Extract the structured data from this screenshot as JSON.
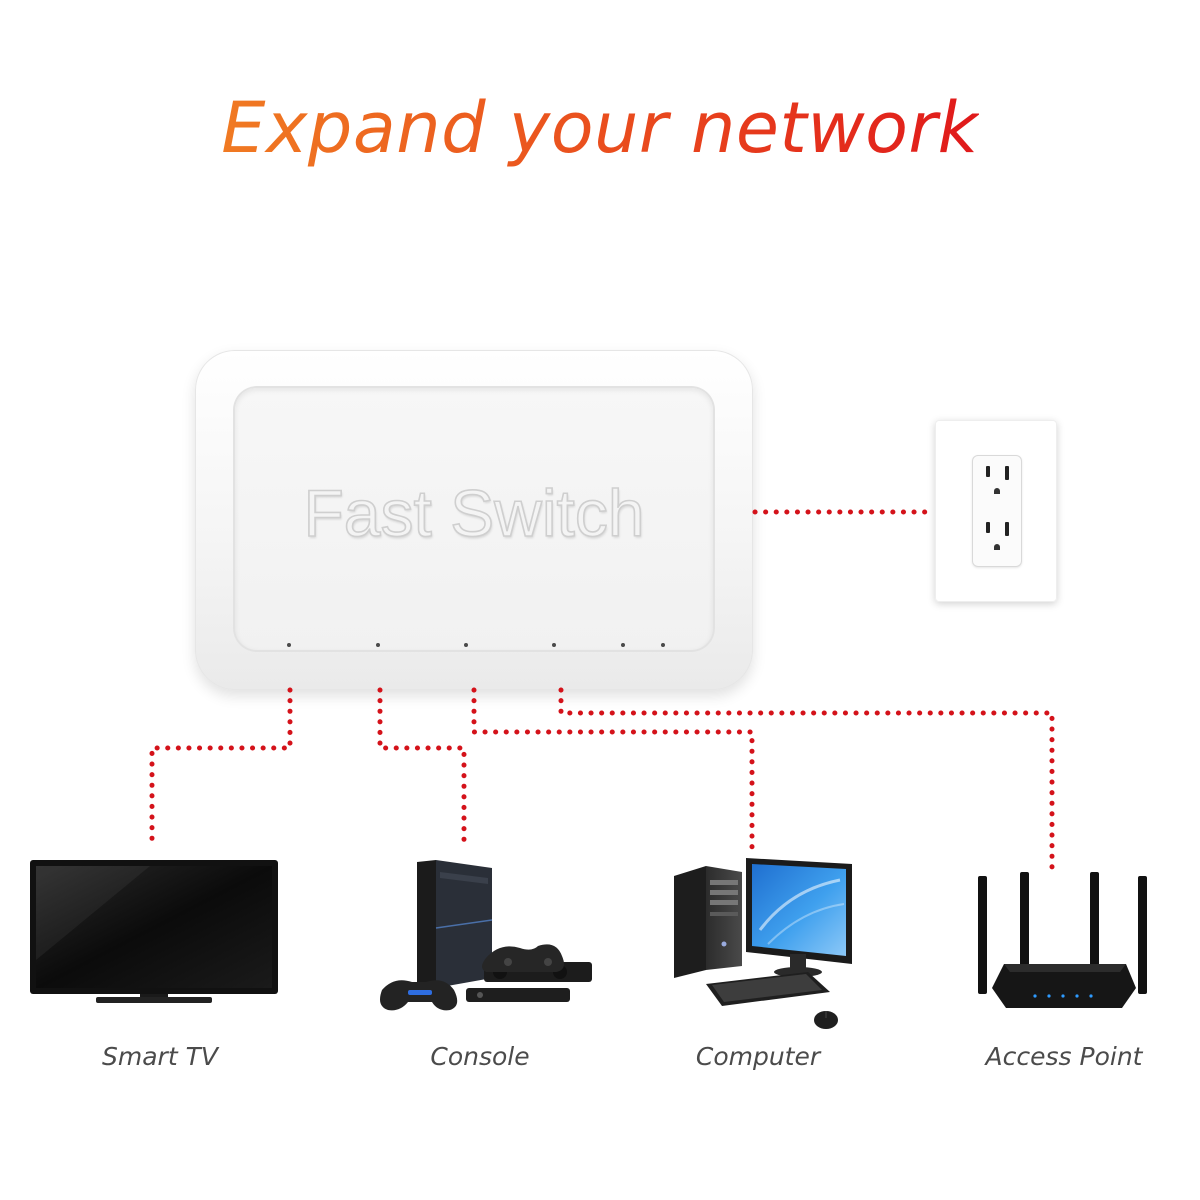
{
  "headline": "Expand your network",
  "switch": {
    "label": "Fast Switch",
    "led_count": 6
  },
  "outlet": {
    "icon": "wall-outlet-icon"
  },
  "devices": [
    {
      "label": "Smart TV",
      "icon": "smart-tv-icon"
    },
    {
      "label": "Console",
      "icon": "game-console-icon"
    },
    {
      "label": "Computer",
      "icon": "desktop-computer-icon"
    },
    {
      "label": "Access Point",
      "icon": "wifi-router-icon"
    }
  ],
  "colors": {
    "headline_start": "#f07a22",
    "headline_end": "#e0191b",
    "connection": "#d4121a",
    "label_text": "#4b4b4b"
  }
}
